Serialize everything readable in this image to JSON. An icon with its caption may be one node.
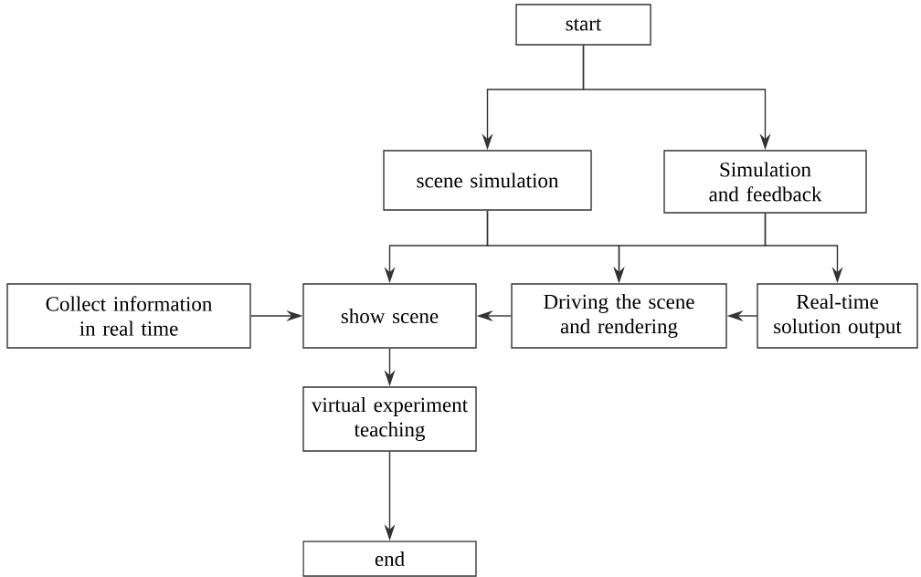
{
  "diagram": {
    "nodes": [
      {
        "text": [
          "start"
        ]
      },
      {
        "text": [
          "scene simulation"
        ]
      },
      {
        "text": [
          "Simulation and feedback"
        ]
      },
      {
        "text": [
          "Collect information in real time"
        ]
      },
      {
        "text": [
          "show scene"
        ]
      },
      {
        "text": [
          "Driving the scene and rendering"
        ]
      },
      {
        "text": [
          "Real-time solution output"
        ]
      },
      {
        "text": [
          "virtual experiment teaching"
        ]
      },
      {
        "text": [
          "end"
        ]
      }
    ],
    "edges": [
      {
        "from": 0,
        "to": 1,
        "arrow": "to"
      },
      {
        "from": 0,
        "to": 2,
        "arrow": "to"
      },
      {
        "from": 1,
        "to": 4,
        "arrow": "to"
      },
      {
        "from": 1,
        "to": 5,
        "arrow": "to"
      },
      {
        "from": 2,
        "to": 5,
        "arrow": "to"
      },
      {
        "from": 2,
        "to": 6,
        "arrow": "to"
      },
      {
        "from": 3,
        "to": 4,
        "arrow": "to"
      },
      {
        "from": 6,
        "to": 5,
        "arrow": "to"
      },
      {
        "from": 5,
        "to": 4,
        "arrow": "to"
      },
      {
        "from": 4,
        "to": 7,
        "arrow": "to"
      },
      {
        "from": 7,
        "to": 8,
        "arrow": "to"
      }
    ]
  }
}
